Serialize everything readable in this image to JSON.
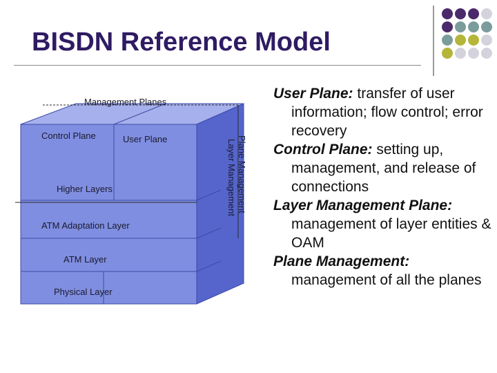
{
  "title": "BISDN Reference Model",
  "colors": {
    "title": "#2f1b63",
    "cube_front": "#7f8ee0",
    "cube_top": "#a6b0ec",
    "cube_side": "#5565cc",
    "dot_purple": "#4b2a6b",
    "dot_teal": "#7c9c9c",
    "dot_olive": "#b5b53a",
    "dot_light": "#d4d2dc"
  },
  "decoration_dots": [
    [
      "dot_purple",
      "dot_purple",
      "dot_purple",
      "dot_light"
    ],
    [
      "dot_purple",
      "dot_teal",
      "dot_teal",
      "dot_teal"
    ],
    [
      "dot_teal",
      "dot_olive",
      "dot_olive",
      "dot_light"
    ],
    [
      "dot_olive",
      "dot_light",
      "dot_light",
      "dot_light"
    ]
  ],
  "diagram": {
    "management_planes": "Management Planes",
    "control_plane": "Control Plane",
    "user_plane": "User Plane",
    "higher_layers": "Higher Layers",
    "atm_adaptation_layer": "ATM Adaptation Layer",
    "atm_layer": "ATM Layer",
    "physical_layer": "Physical Layer",
    "plane_management": "Plane Management",
    "layer_management": "Layer Management"
  },
  "definitions": [
    {
      "term": "User Plane:",
      "text": " transfer of user information; flow control; error recovery"
    },
    {
      "term": "Control Plane:",
      "text": " setting up, management, and release of connections"
    },
    {
      "term": "Layer Management Plane:",
      "text": " management of layer entities & OAM"
    },
    {
      "term": "Plane Management:",
      "text": " management of all the planes"
    }
  ]
}
